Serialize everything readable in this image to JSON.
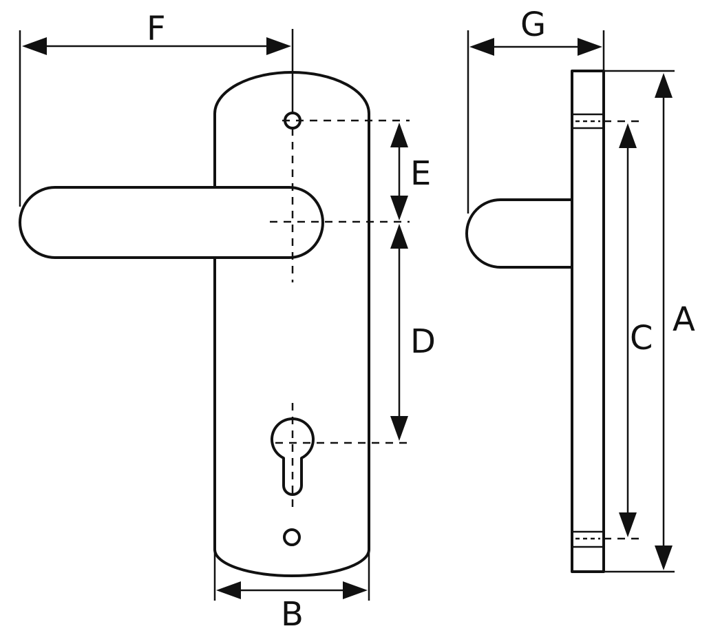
{
  "diagram": {
    "front_view": {
      "labels": {
        "F": "F",
        "E": "E",
        "D": "D",
        "B": "B"
      }
    },
    "side_view": {
      "labels": {
        "G": "G",
        "C": "C",
        "A": "A"
      }
    },
    "colors": {
      "line": "#111111",
      "background": "#ffffff"
    }
  }
}
